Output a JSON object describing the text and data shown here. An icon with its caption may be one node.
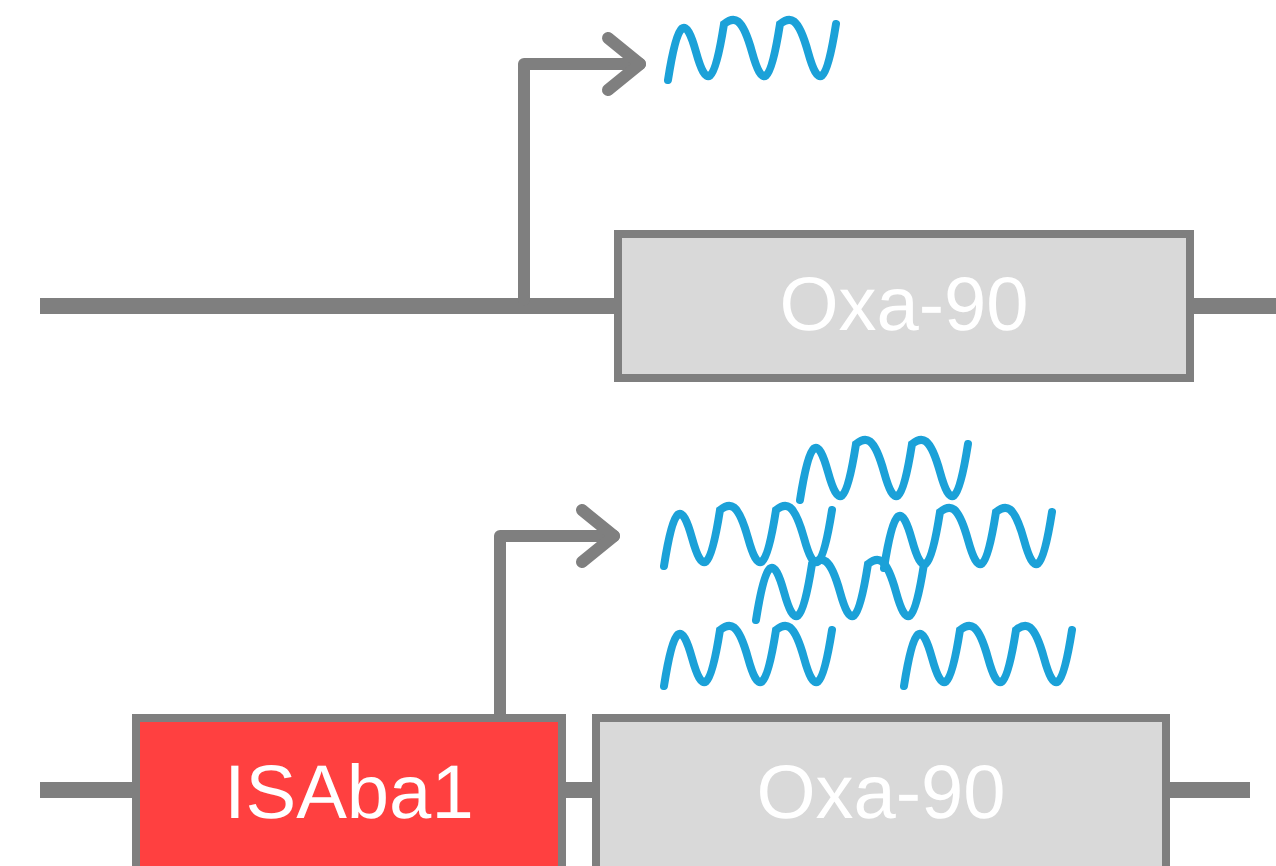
{
  "diagram": {
    "nodes": [
      {
        "text": [
          "Oxa-90"
        ]
      },
      {
        "text": [
          "ISAba1"
        ]
      },
      {
        "text": [
          "Oxa-90"
        ]
      }
    ]
  }
}
